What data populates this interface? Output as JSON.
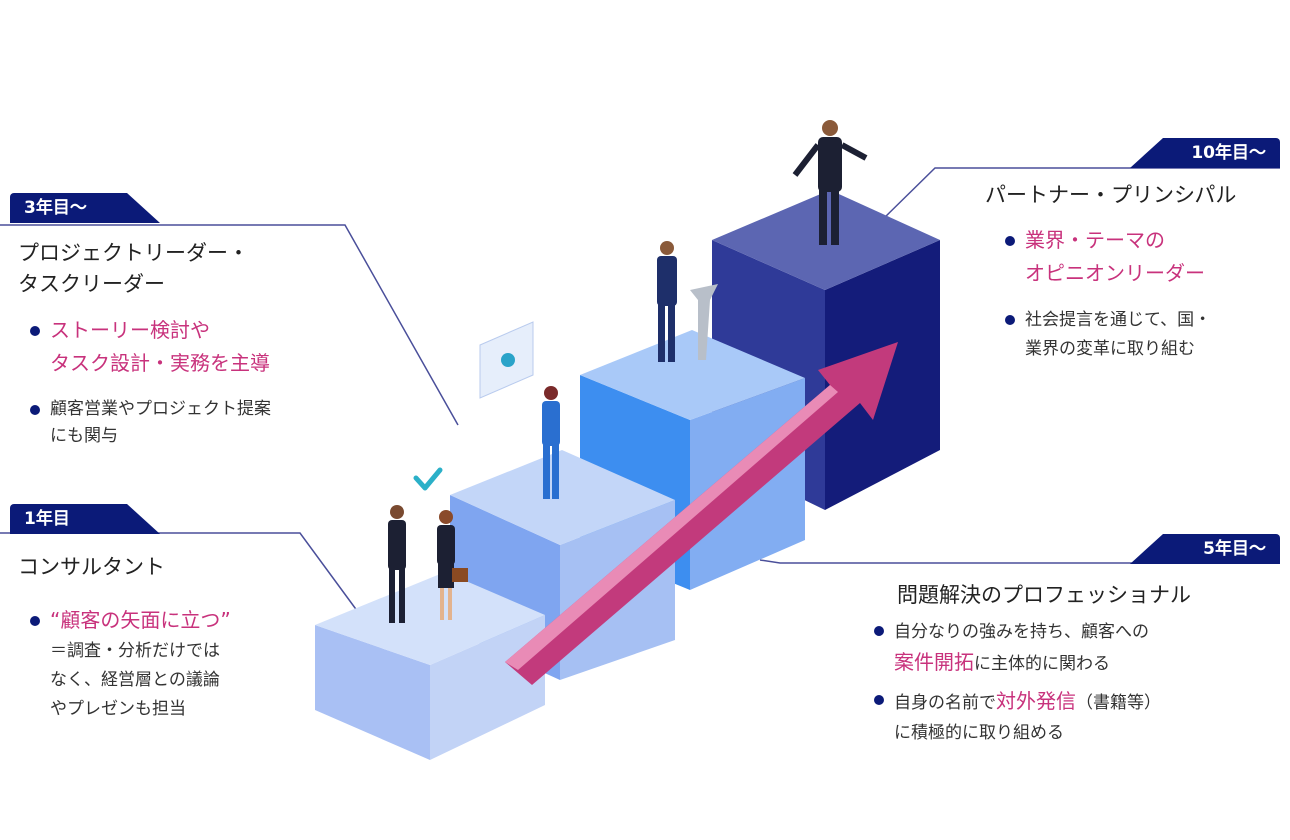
{
  "stages": [
    {
      "tag": "1年目",
      "title_lines": [
        "コンサルタント"
      ],
      "bullets": [
        {
          "highlight_lines": [
            "“顧客の矢面に立つ”"
          ],
          "text_lines": [
            "＝調査・分析だけでは",
            "なく、経営層との議論",
            "やプレゼンも担当"
          ]
        }
      ]
    },
    {
      "tag": "3年目～",
      "title_lines": [
        "プロジェクトリーダー・",
        "タスクリーダー"
      ],
      "bullets": [
        {
          "highlight_lines": [
            "ストーリー検討や",
            "タスク設計・実務を主導"
          ]
        },
        {
          "text_lines": [
            "顧客営業やプロジェクト提案",
            "にも関与"
          ]
        }
      ]
    },
    {
      "tag": "5年目～",
      "title_lines": [
        "問題解決のプロフェッショナル"
      ],
      "bullets": [
        {
          "line1": "自分なりの強みを持ち、顧客への",
          "line2_highlight": "案件開拓",
          "line2_rest": "に主体的に関わる"
        },
        {
          "line1_pre": "自身の名前で",
          "line1_highlight": "対外発信",
          "line1_post": "（書籍等）",
          "line2": "に積極的に取り組める"
        }
      ]
    },
    {
      "tag": "10年目～",
      "title_lines": [
        "パートナー・プリンシパル"
      ],
      "bullets": [
        {
          "highlight_lines": [
            "業界・テーマの",
            "オピニオンリーダー"
          ]
        },
        {
          "text_lines": [
            "社会提言を通じて、国・",
            "業界の変革に取り組む"
          ]
        }
      ]
    }
  ],
  "colors": {
    "navy": "#0b1a78",
    "pink": "#c8327c",
    "arrow": "#c23a7c"
  }
}
